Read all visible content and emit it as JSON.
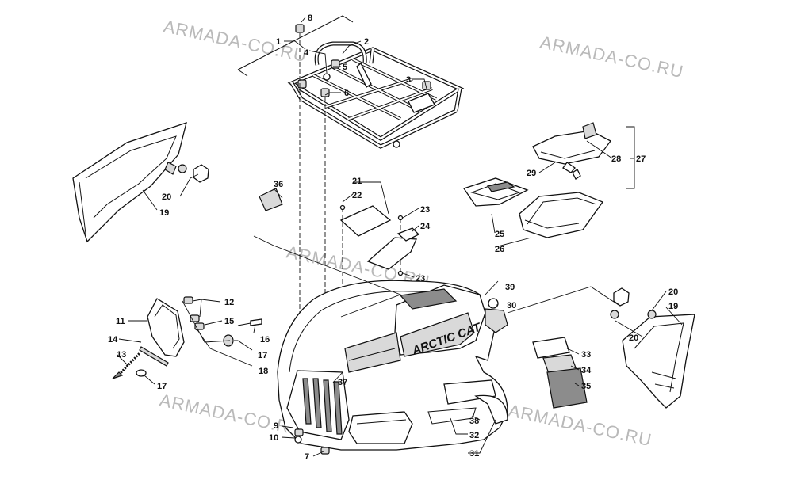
{
  "watermark": "ARMADA-CO.RU",
  "brand_logo": "ARCTIC CAT",
  "callouts": [
    "1",
    "2",
    "3",
    "4",
    "5",
    "6",
    "7",
    "8",
    "9",
    "10",
    "11",
    "12",
    "13",
    "14",
    "15",
    "16",
    "17",
    "18",
    "19",
    "20",
    "21",
    "22",
    "23",
    "24",
    "25",
    "26",
    "27",
    "28",
    "29",
    "30",
    "31",
    "32",
    "33",
    "34",
    "35",
    "36",
    "37",
    "38",
    "39"
  ],
  "icons": [
    "front-rack-icon",
    "bumper-icon",
    "headlight-icon",
    "side-panel-icon",
    "storage-tray-icon",
    "storage-lid-icon",
    "decal-icon",
    "fastener-icon"
  ]
}
